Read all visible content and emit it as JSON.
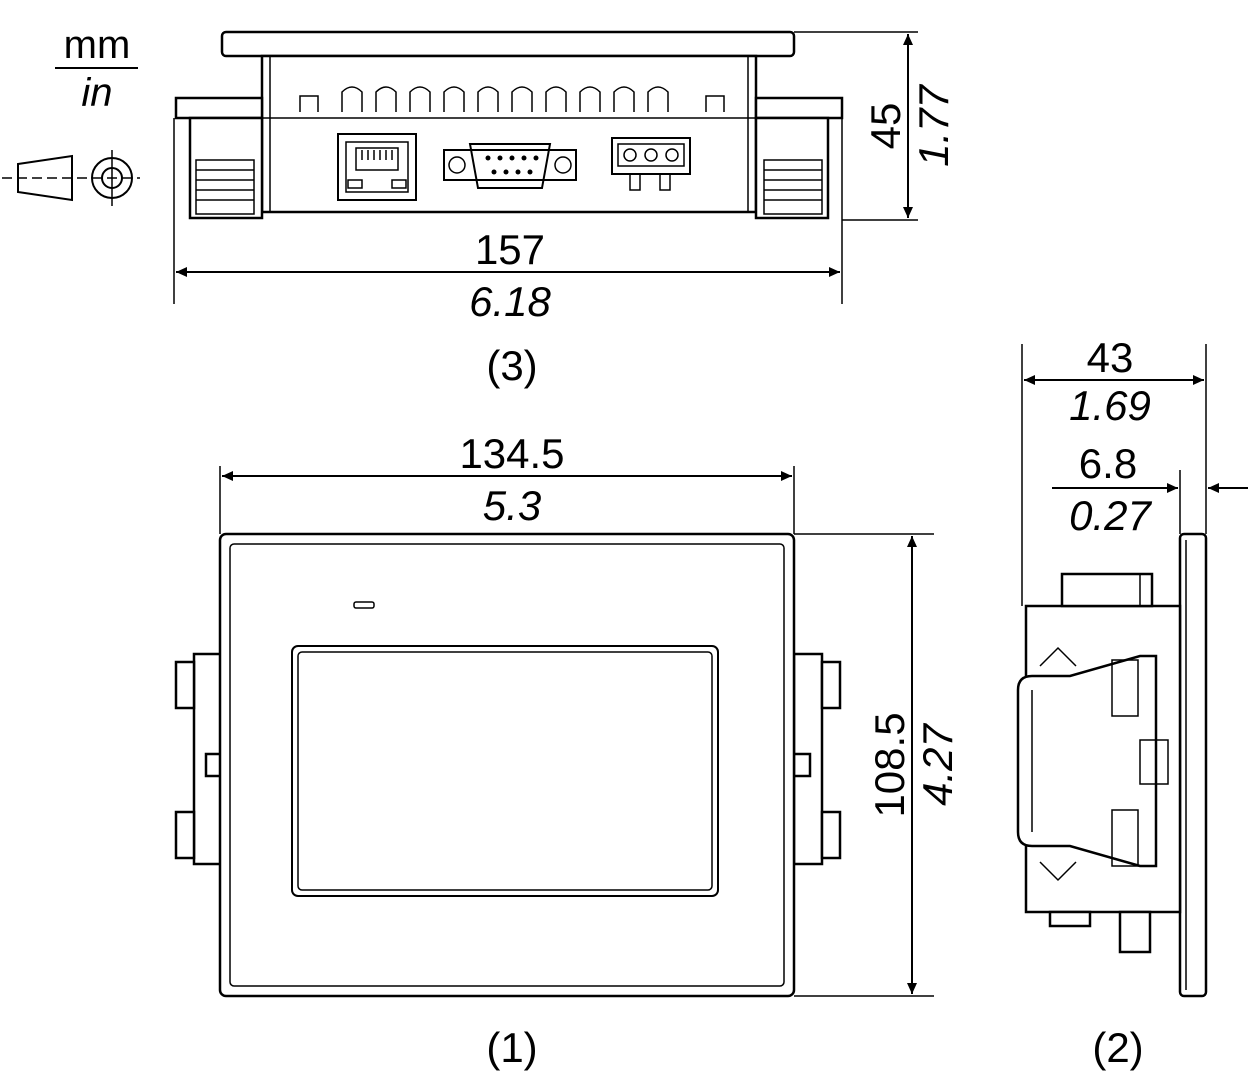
{
  "units": {
    "primary": "mm",
    "secondary": "in"
  },
  "views": {
    "front": {
      "caption": "(1)",
      "width": {
        "mm": "134.5",
        "in": "5.3"
      },
      "height": {
        "mm": "108.5",
        "in": "4.27"
      }
    },
    "side": {
      "caption": "(2)",
      "depth": {
        "mm": "43",
        "in": "1.69"
      },
      "bezel": {
        "mm": "6.8",
        "in": "0.27"
      }
    },
    "bottom": {
      "caption": "(3)",
      "width": {
        "mm": "157",
        "in": "6.18"
      },
      "height": {
        "mm": "45",
        "in": "1.77"
      }
    }
  }
}
